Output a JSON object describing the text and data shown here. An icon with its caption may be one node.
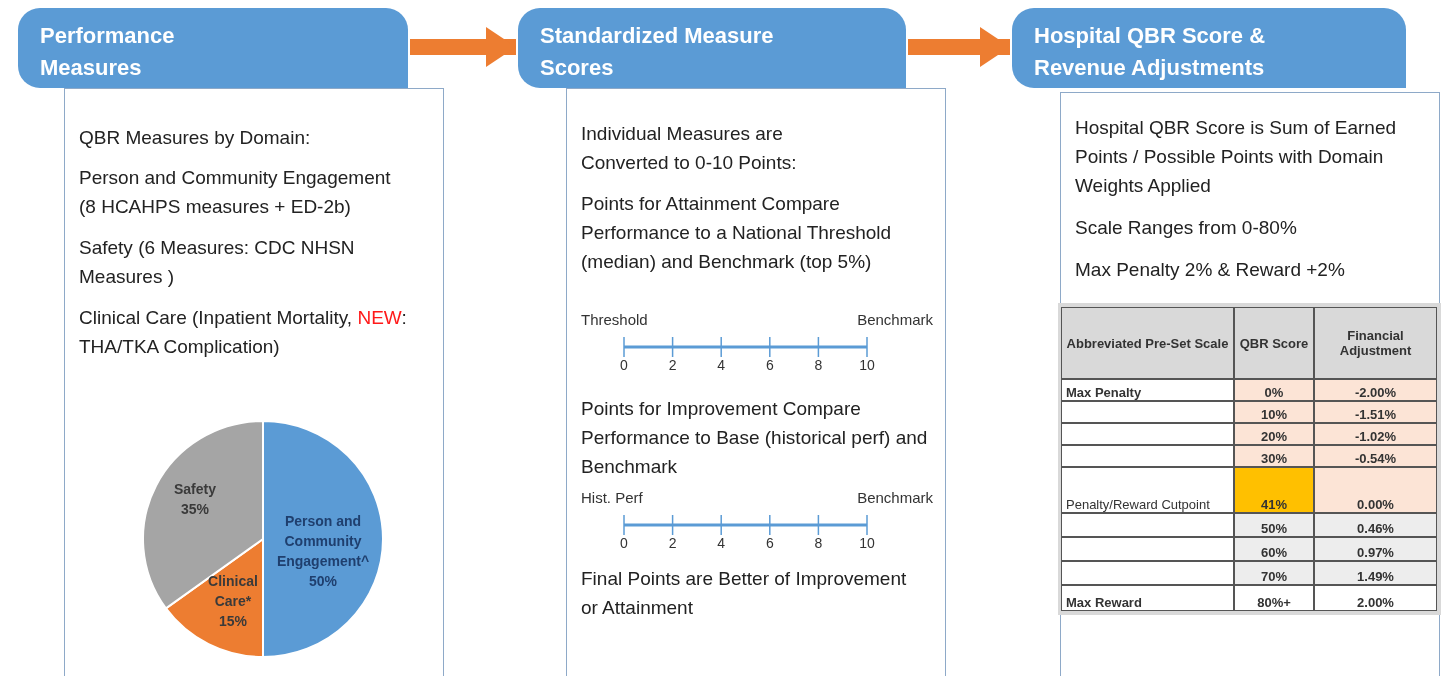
{
  "diagram": {
    "nodes": [
      {
        "text": [
          "Performance Measures"
        ]
      },
      {
        "text": [
          "QBR Measures by Domain:",
          "Person and Community Engagement (8 HCAHPS measures + ED-2b)",
          "Safety (6 Measures:  CDC NHSN Measures )",
          "Clinical Care (Inpatient Mortality, **NEW**: THA/TKA Complication)"
        ]
      },
      {
        "text": [
          "Standardized Measure Scores"
        ]
      },
      {
        "text": [
          "Individual Measures are Converted to 0-10 Points:",
          "Points for Attainment Compare Performance to a National Threshold (median) and Benchmark (top 5%)",
          "Points for Improvement Compare Performance to Base (historical perf) and Benchmark",
          "Final Points are Better of Improvement or Attainment"
        ]
      },
      {
        "text": [
          "Hospital QBR Score & Revenue Adjustments"
        ]
      },
      {
        "text": [
          "Hospital QBR Score is Sum of Earned Points / Possible Points with Domain Weights Applied",
          "Scale Ranges from 0-80%",
          "Max Penalty 2% & Reward +2%"
        ]
      }
    ],
    "edges": [
      {
        "from": 0,
        "to": 2,
        "arrow": "to"
      },
      {
        "from": 2,
        "to": 4,
        "arrow": "to"
      }
    ],
    "labels": [
      "Threshold",
      "Benchmark",
      "0",
      "2",
      "4",
      "6",
      "8",
      "10",
      "Hist. Perf",
      "Benchmark",
      "0",
      "2",
      "4",
      "6",
      "8",
      "10",
      "Abbreviated Pre-Set Scale",
      "QBR Score",
      "Financial Adjustment",
      "Max Penalty",
      "0%",
      "-2.00%",
      "10%",
      "-1.51%",
      "20%",
      "-1.02%",
      "30%",
      "-0.54%",
      "Penalty/Reward Cutpoint",
      "41%",
      "0.00%",
      "50%",
      "0.46%",
      "60%",
      "0.97%",
      "70%",
      "1.49%",
      "Max Reward",
      "80%+",
      "2.00%"
    ],
    "chart_data": {
      "type": "pie",
      "categories": [
        "Person and Community Engagement^",
        "Clinical Care*",
        "Safety"
      ],
      "values": [
        50,
        15,
        35
      ],
      "value_labels": [
        "50%",
        "15%",
        "35%"
      ]
    }
  }
}
